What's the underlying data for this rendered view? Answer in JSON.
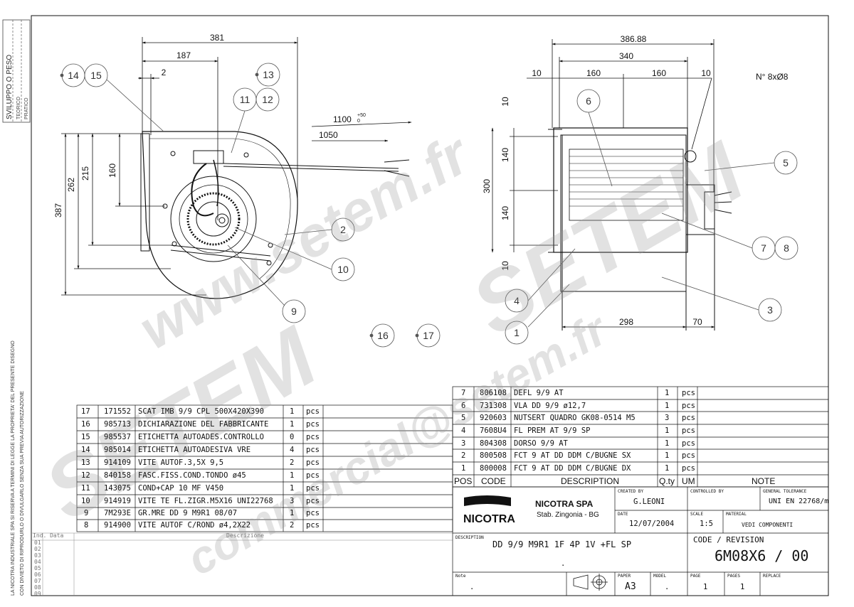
{
  "side_stamp": {
    "title": "SVILUPPO O PESO",
    "line1": "TEORICO",
    "line2": "PRATICO"
  },
  "legal_notice": {
    "line1": "LA NICOTRA INDUSTRIALE SPA SI RISERVA A TERMINI DI LEGGE LA PROPRIETA' DEL PRESENTE DISEGNO",
    "line2": "CON DIVIETO DI RIPRODURLO O DIVULGARLO SENZA SUA PREVIA AUTORIZZAZIONE"
  },
  "watermarks": {
    "w1": "www.setem.fr",
    "w2": "SETEM",
    "w3": "SETEM",
    "w4": "commercial@setem.fr"
  },
  "left_view": {
    "dims": {
      "d381": "381",
      "d187": "187",
      "d2": "2",
      "d1100": "1100",
      "d1100_tol_top": "+50",
      "d1100_tol_bot": "0",
      "d1050": "1050",
      "d160": "160",
      "d215": "215",
      "d262": "262",
      "d387": "387"
    },
    "balloons": {
      "b14": "14",
      "b15": "15",
      "b13": "13",
      "b11": "11",
      "b12": "12",
      "b2": "2",
      "b10": "10",
      "b9": "9",
      "b16": "16",
      "b17": "17"
    }
  },
  "right_view": {
    "dims": {
      "d38688": "386.88",
      "d340": "340",
      "d10a": "10",
      "d160a": "160",
      "d160b": "160",
      "d10b": "10",
      "holes": "N° 8xØ8",
      "v10a": "10",
      "v140a": "140",
      "v300": "300",
      "v140b": "140",
      "v10b": "10",
      "d298": "298",
      "d70": "70"
    },
    "balloons": {
      "b6": "6",
      "b5": "5",
      "b7": "7",
      "b8": "8",
      "b4": "4",
      "b3": "3",
      "b1": "1"
    }
  },
  "parts_left": [
    {
      "pos": "17",
      "code": "171552",
      "desc": "SCAT IMB 9/9 CPL 500X420X390",
      "qty": "1",
      "um": "pcs"
    },
    {
      "pos": "16",
      "code": "985713",
      "desc": "DICHIARAZIONE DEL FABBRICANTE",
      "qty": "1",
      "um": "pcs"
    },
    {
      "pos": "15",
      "code": "985537",
      "desc": "ETICHETTA AUTOADES.CONTROLLO",
      "qty": "0",
      "um": "pcs"
    },
    {
      "pos": "14",
      "code": "985014",
      "desc": "ETICHETTA AUTOADESIVA VRE",
      "qty": "4",
      "um": "pcs"
    },
    {
      "pos": "13",
      "code": "914109",
      "desc": "VITE AUTOF.3,5X 9,5",
      "qty": "2",
      "um": "pcs"
    },
    {
      "pos": "12",
      "code": "840158",
      "desc": "FASC.FISS.COND.TONDO ø45",
      "qty": "1",
      "um": "pcs"
    },
    {
      "pos": "11",
      "code": "143075",
      "desc": "COND+CAP  10 MF V450",
      "qty": "1",
      "um": "pcs"
    },
    {
      "pos": "10",
      "code": "914919",
      "desc": "VITE TE FL.ZIGR.M5X16 UNI22768",
      "qty": "3",
      "um": "pcs"
    },
    {
      "pos": "9",
      "code": "7M293E",
      "desc": "GR.MRE DD 9 M9R1 08/07",
      "qty": "1",
      "um": "pcs"
    },
    {
      "pos": "8",
      "code": "914900",
      "desc": "VITE AUTOF C/ROND ø4,2X22",
      "qty": "2",
      "um": "pcs"
    }
  ],
  "parts_right": [
    {
      "pos": "7",
      "code": "806108",
      "desc": "DEFL 9/9 AT",
      "qty": "1",
      "um": "pcs"
    },
    {
      "pos": "6",
      "code": "731308",
      "desc": "VLA DD 9/9 ø12,7",
      "qty": "1",
      "um": "pcs"
    },
    {
      "pos": "5",
      "code": "920603",
      "desc": "NUTSERT QUADRO GK08-0514 M5",
      "qty": "3",
      "um": "pcs"
    },
    {
      "pos": "4",
      "code": "7608U4",
      "desc": "FL PREM AT 9/9 SP",
      "qty": "1",
      "um": "pcs"
    },
    {
      "pos": "3",
      "code": "804308",
      "desc": "DORSO 9/9 AT",
      "qty": "1",
      "um": "pcs"
    },
    {
      "pos": "2",
      "code": "800508",
      "desc": "FCT 9 AT DD DDM C/BUGNE SX",
      "qty": "1",
      "um": "pcs"
    },
    {
      "pos": "1",
      "code": "800008",
      "desc": "FCT 9 AT DD DDM C/BUGNE DX",
      "qty": "1",
      "um": "pcs"
    }
  ],
  "parts_header": {
    "pos": "POS",
    "code": "CODE",
    "desc": "DESCRIPTION",
    "qty": "Q.ty",
    "um": "UM",
    "note": "NOTE"
  },
  "revisions": {
    "h1": "Ind. Data",
    "h2": "Descrizione",
    "rows": [
      "01",
      "02",
      "03",
      "04",
      "05",
      "06",
      "07",
      "08",
      "09"
    ]
  },
  "title_block": {
    "company": "NICOTRA SPA",
    "plant": "Stab. Zingonia - BG",
    "logo_text": "NICOTRA",
    "created_by_label": "CREATED BY",
    "created_by": "G.LEONI",
    "controlled_by_label": "CONTROLLED BY",
    "controlled_by": "",
    "tolerance_label": "GENERAL TOLERANCE",
    "tolerance": "UNI EN 22768/m",
    "date_label": "DATE",
    "date": "12/07/2004",
    "scale_label": "SCALE",
    "scale": "1:5",
    "material_label": "MATERIAL",
    "material": "VEDI COMPONENTI",
    "description_label": "DESCRIPTION",
    "description": "DD 9/9 M9R1 1F 4P 1V +FL SP",
    "description_dot": ".",
    "code_label": "CODE / REVISION",
    "code": "6M08X6 / 00",
    "note_label": "Note",
    "note": ".",
    "paper_label": "PAPER",
    "paper": "A3",
    "model_label": "MODEL",
    "model": ".",
    "page_label": "PAGE",
    "page": "1",
    "pages_label": "PAGES",
    "pages": "1",
    "replace_label": "REPLACE",
    "replace": ""
  }
}
